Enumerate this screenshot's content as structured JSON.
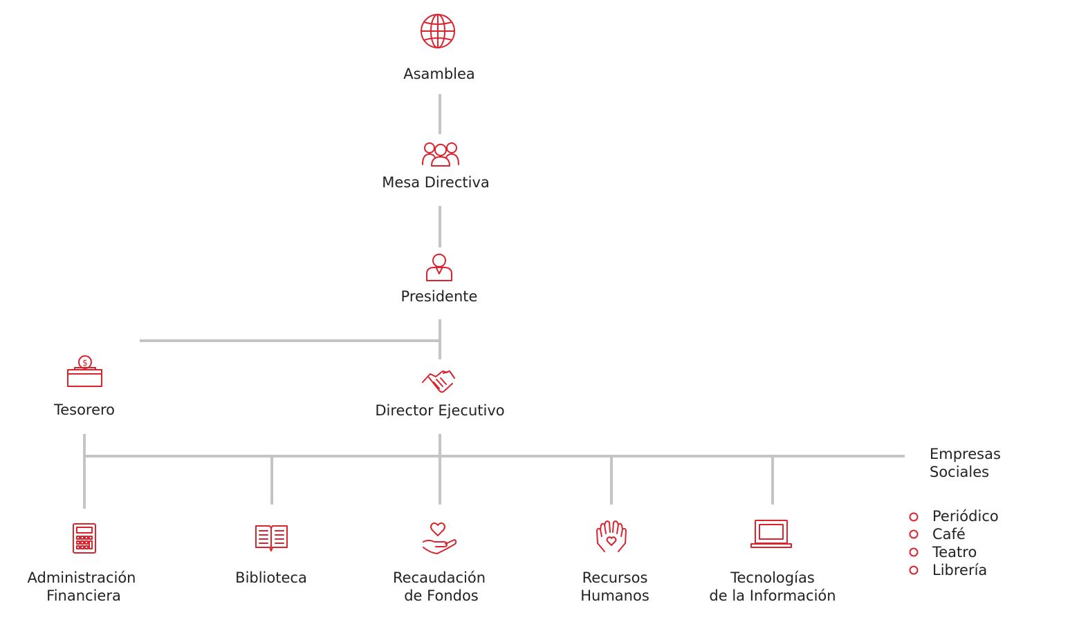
{
  "colors": {
    "accent": "#d9232d",
    "connector": "#c4c4c4",
    "text": "#222222"
  },
  "nodes": {
    "asamblea": {
      "label": "Asamblea",
      "icon": "globe-icon"
    },
    "mesa_directiva": {
      "label": "Mesa Directiva",
      "icon": "group-icon"
    },
    "presidente": {
      "label": "Presidente",
      "icon": "person-icon"
    },
    "tesorero": {
      "label": "Tesorero",
      "icon": "cash-box-icon"
    },
    "director_ejecutivo": {
      "label": "Director Ejecutivo",
      "icon": "handshake-icon"
    },
    "administracion_financiera": {
      "line1": "Administración",
      "line2": "Financiera",
      "icon": "calculator-icon"
    },
    "biblioteca": {
      "label": "Biblioteca",
      "icon": "book-icon"
    },
    "recaudacion_fondos": {
      "line1": "Recaudación",
      "line2": "de Fondos",
      "icon": "heart-hand-icon"
    },
    "recursos_humanos": {
      "line1": "Recursos",
      "line2": "Humanos",
      "icon": "hands-heart-icon"
    },
    "tecnologias": {
      "line1": "Tecnologías",
      "line2": "de la Información",
      "icon": "laptop-icon"
    },
    "empresas_sociales": {
      "line1": "Empresas",
      "line2": "Sociales",
      "items": [
        "Periódico",
        "Café",
        "Teatro",
        "Librería"
      ]
    }
  }
}
